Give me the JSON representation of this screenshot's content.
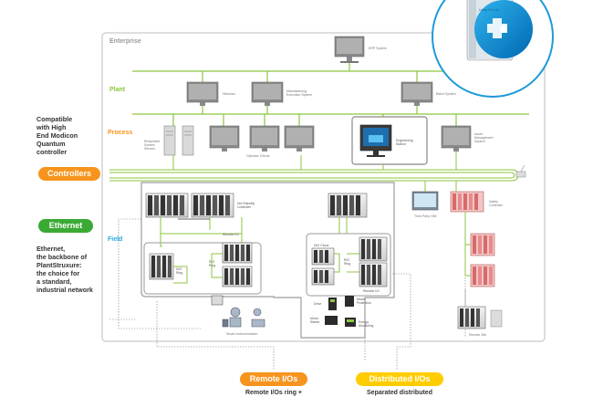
{
  "layers": {
    "enterprise": "Enterprise",
    "plant": "Plant",
    "process": "Process",
    "field": "Field"
  },
  "side": {
    "compatible": "Compatible\nwith High\nEnd Modicon\nQuantum\ncontroller",
    "ethernet_desc": "Ethernet,\nthe backbone of\nPlantStruxure:\nthe choice for\na standard,\nindustrial network"
  },
  "pills": {
    "controllers": "Controllers",
    "ethernet": "Ethernet",
    "remote_ios": "Remote I/Os",
    "distributed_ios": "Distributed I/Os"
  },
  "captions": {
    "remote": "Remote I/Os ring +",
    "distributed": "Separated distributed"
  },
  "labels": {
    "erp": "ERP System",
    "historian": "Historian",
    "mes": "Manufacturing\nExecution System",
    "batch": "Batch System",
    "redundant_servers": "Redundant\nSystem\nServers",
    "operator_clients": "Operator Clients",
    "engineering": "Engineering\nStation",
    "asset": "Asset\nManagement\nSystem",
    "redundant_controller": "Hot Standby\nController",
    "remote_io": "Remote I/O",
    "drop_ring": "DIO\nRing",
    "rio_ring": "RIO\nRing",
    "dio_cloud": "DIO Cloud",
    "remote_io_2": "Remote I/O",
    "third_party_hmi": "Third Party HMI",
    "safety": "Safety\nController",
    "smart_instr": "Smart Instrumentation",
    "motor_protection": "Motor\nProtection",
    "energy": "Energy\nMonitoring",
    "motor_starter": "Motor\nStarter",
    "drive": "Drive",
    "remote_site": "Remote Site",
    "media_title": "Unity Pro XL"
  },
  "colors": {
    "green_line": "#8cc63f",
    "ethernet_pill": "#3aaa35",
    "controllers_pill": "#f7941d",
    "remote_pill": "#f7941d",
    "distributed_pill": "#ffcc00",
    "field_blue": "#29abe2",
    "enterprise_gray": "#999999",
    "safety_red": "#e87a7a",
    "cd_blue": "#0093d8"
  }
}
